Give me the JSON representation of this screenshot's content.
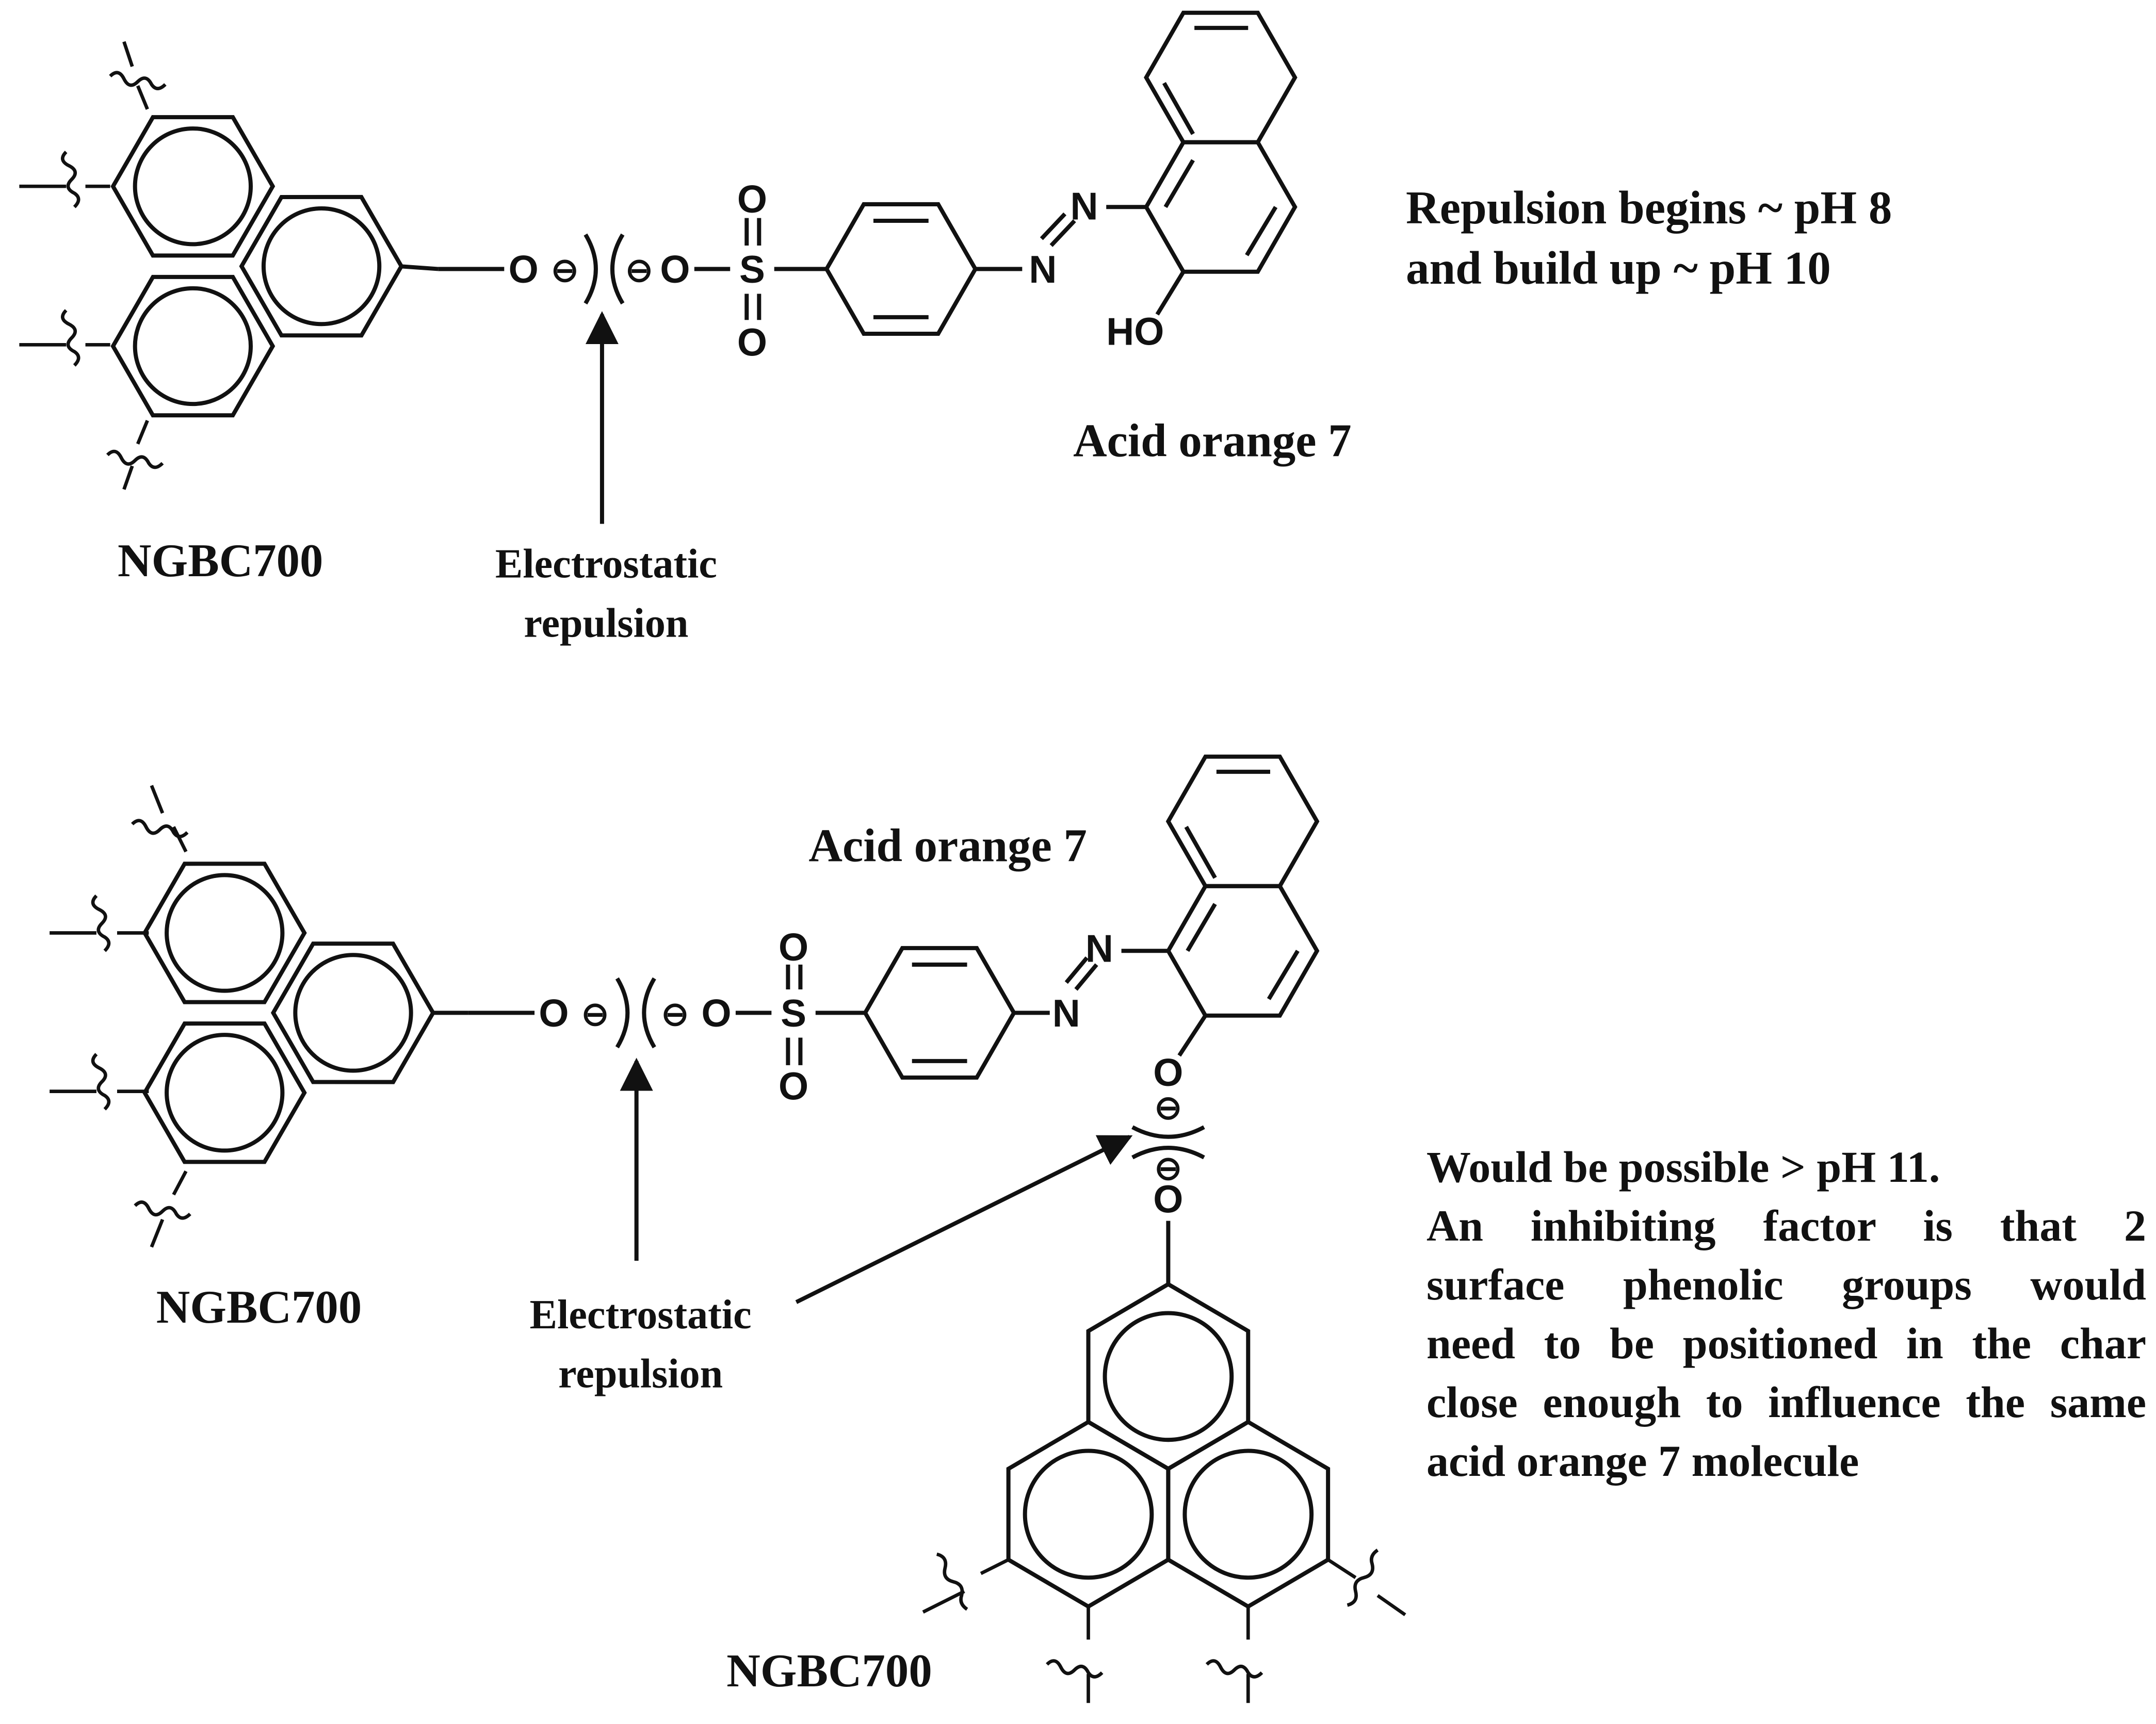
{
  "labels": {
    "ngbc_top": "NGBC700",
    "ngbc_mid": "NGBC700",
    "ngbc_bottom": "NGBC700",
    "acid_orange_top": "Acid orange 7",
    "acid_orange_bottom": "Acid orange 7",
    "electrostatic_top": "Electrostatic",
    "repulsion_top": "repulsion",
    "electrostatic_bottom": "Electrostatic",
    "repulsion_bottom": "repulsion"
  },
  "atoms": {
    "O": "O",
    "S": "S",
    "N": "N",
    "HO": "HO",
    "minus": "⊖"
  },
  "notes": {
    "top": [
      "Repulsion begins ~ pH 8",
      "and build up ~ pH 10"
    ],
    "bottom": [
      "Would be possible > pH 11.",
      "An inhibiting factor is that 2",
      "surface phenolic groups would",
      "need to be positioned in the char",
      "close enough to influence the same",
      "acid orange 7 molecule"
    ]
  },
  "colors": {
    "ink": "#111111",
    "background": "#ffffff"
  }
}
